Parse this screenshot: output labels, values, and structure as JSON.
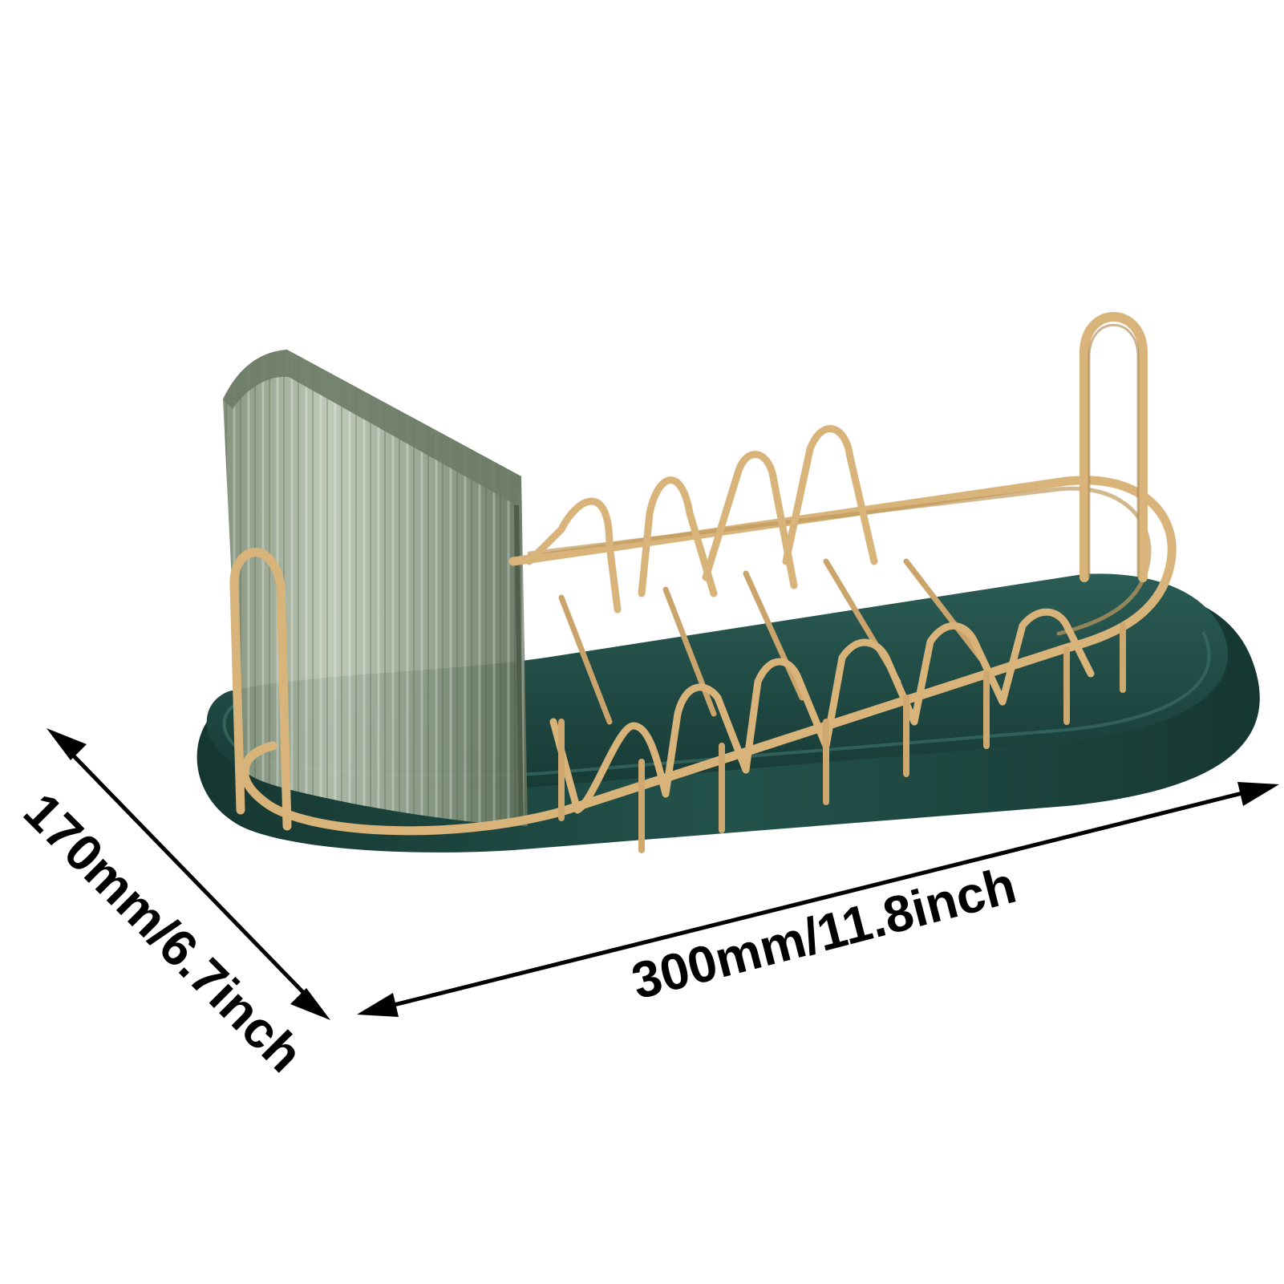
{
  "colors": {
    "background": "#ffffff",
    "tray_green": "#1f4a45",
    "tray_green_dark": "#15342f",
    "tray_inner": "#2a5a53",
    "gold_wire": "#d4b27a",
    "gold_wire_shadow": "#a9834c",
    "cup_glass": "#8a9a82",
    "cup_glass_light": "#c8d2c2",
    "arrow_and_text": "#000000"
  },
  "product": {
    "parts": [
      "tray",
      "wire-rack",
      "utensil-cup",
      "hanging-hook"
    ]
  },
  "dimensions": {
    "width_label": "300mm/11.8inch",
    "depth_label": "170mm/6.7inch"
  }
}
